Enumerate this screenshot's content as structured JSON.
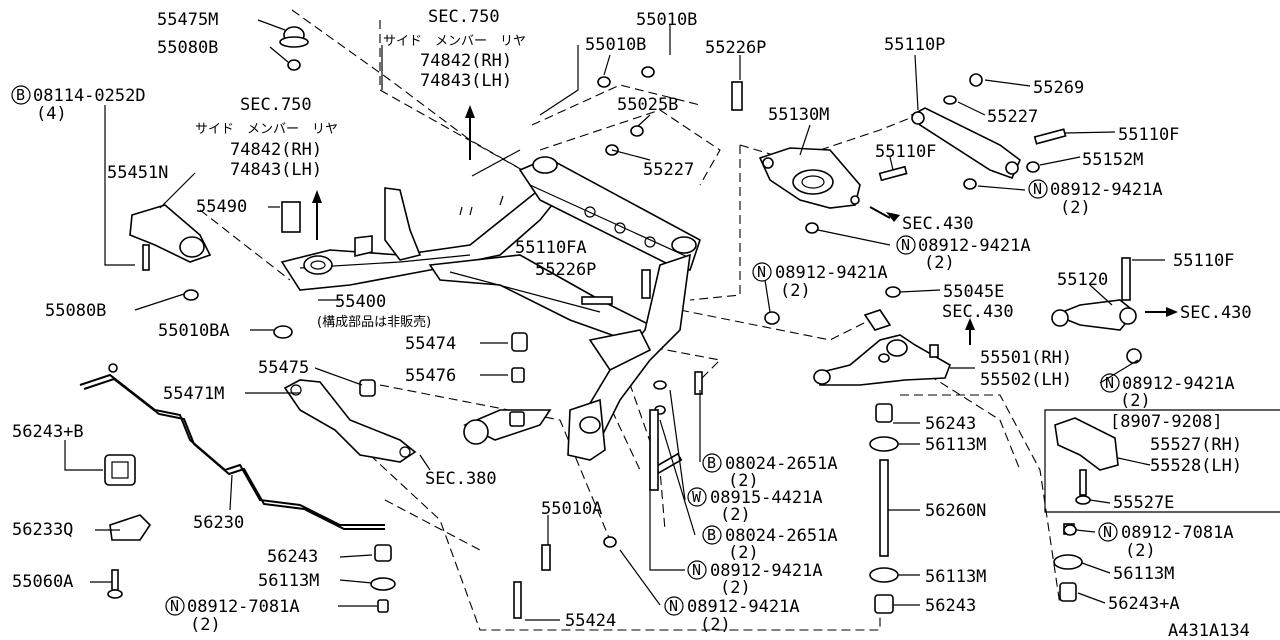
{
  "diagram_id": "A431A134",
  "sec750_right": {
    "title": "SEC.750",
    "sub": "サイド　メンバー　リヤ",
    "rh": "74842(RH)",
    "lh": "74843(LH)"
  },
  "sec750_left": {
    "title": "SEC.750",
    "sub": "サイド　メンバー　リヤ",
    "rh": "74842(RH)",
    "lh": "74843(LH)"
  },
  "labels": {
    "p55475M": "55475M",
    "p55080B_top": "55080B",
    "p08114": "08114-0252D",
    "p08114_qty": "(4)",
    "p55451N": "55451N",
    "p55490": "55490",
    "p55080B_low": "55080B",
    "p55010BA": "55010BA",
    "p55400": "55400",
    "p55400_note": "(構成部品は非販売)",
    "p55010B_a": "55010B",
    "p55010B_b": "55010B",
    "p55226P_a": "55226P",
    "p55025B": "55025B",
    "p55227_a": "55227",
    "p55110FA": "55110FA",
    "p55226P_b": "55226P",
    "p55130M": "55130M",
    "p55110P": "55110P",
    "p55269": "55269",
    "p55227_b": "55227",
    "p55110F_a": "55110F",
    "p55110F_b": "55110F",
    "p55152M": "55152M",
    "n08912_9421A_1": "08912-9421A",
    "qty_1": "(2)",
    "sec430_a": "SEC.430",
    "n08912_9421A_2": "08912-9421A",
    "qty_2": "(2)",
    "n08912_9421A_3": "08912-9421A",
    "qty_3": "(2)",
    "p55110F_c": "55110F",
    "p55120": "55120",
    "sec430_b": "SEC.430",
    "p55045E": "55045E",
    "sec430_c": "SEC.430",
    "p55501": "55501(RH)",
    "p55502": "55502(LH)",
    "n08912_9421A_4": "08912-9421A",
    "qty_4": "(2)",
    "p55474": "55474",
    "p55476": "55476",
    "p55475": "55475",
    "p55471M": "55471M",
    "sec380": "SEC.380",
    "p56243B": "56243+B",
    "p56230": "56230",
    "p56233Q": "56233Q",
    "p55060A": "55060A",
    "p56243_a": "56243",
    "p56113M_a": "56113M",
    "n08912_7081A_1": "08912-7081A",
    "qty_5": "(2)",
    "p55424": "55424",
    "p55010A": "55010A",
    "b08024_1": "08024-2651A",
    "qty_6": "(2)",
    "w08915": "08915-4421A",
    "qty_7": "(2)",
    "b08024_2": "08024-2651A",
    "qty_8": "(2)",
    "n08912_9421A_5": "08912-9421A",
    "qty_9": "(2)",
    "n08912_9421A_6": "08912-9421A",
    "qty_10": "(2)",
    "p56243_b": "56243",
    "p56113M_b": "56113M",
    "p56260N": "56260N",
    "p56113M_c": "56113M",
    "p56243_c": "56243",
    "date_range": "[8907-9208]",
    "p55527": "55527(RH)",
    "p55528": "55528(LH)",
    "p55527E": "55527E",
    "n08912_7081A_2": "08912-7081A",
    "qty_11": "(2)",
    "p56113M_d": "56113M",
    "p56243A": "56243+A"
  },
  "prefix": {
    "B": "B",
    "N": "N",
    "W": "W"
  }
}
